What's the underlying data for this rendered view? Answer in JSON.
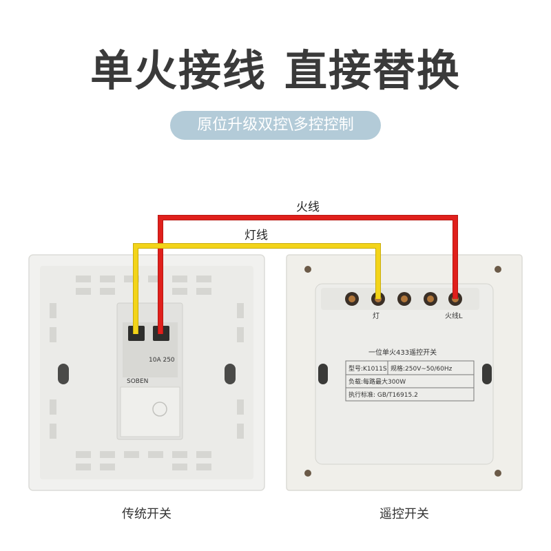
{
  "header": {
    "title_part1": "单火接线",
    "title_part2": "直接替换",
    "subtitle": "原位升级双控\\多控控制"
  },
  "wires": {
    "live_label": "火线",
    "lamp_label": "灯线",
    "live_color": "#e0201c",
    "lamp_color": "#f3d41a"
  },
  "left_switch": {
    "caption": "传统开关",
    "module_rating": "10A 250",
    "brand": "SOBEN"
  },
  "right_switch": {
    "caption": "遥控开关",
    "terminal_lamp": "灯",
    "terminal_live": "火线L",
    "label_title": "一位单火433遥控开关",
    "model": "型号:K1011S",
    "spec": "规格:250V~50/60Hz",
    "load": "负载:每路最大300W",
    "standard": "执行标准:  GB/T16915.2"
  }
}
